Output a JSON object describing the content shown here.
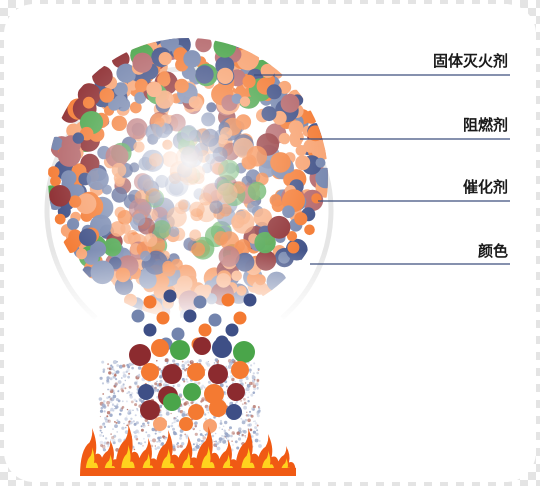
{
  "labels": [
    {
      "text": "固体灭火剂"
    },
    {
      "text": "阻燃剂"
    },
    {
      "text": "催化剂"
    },
    {
      "text": "颜色"
    }
  ],
  "colors": {
    "navy": "#3e4f86",
    "steel": "#7384ad",
    "orange": "#f47a32",
    "peach": "#f8a270",
    "green": "#4aa54a",
    "maroon": "#8c2b2f",
    "rose": "#b4666a",
    "flame_outer": "#f05a14",
    "flame_inner": "#ffd21e",
    "leader_line": "#3d4f7e"
  },
  "icons": {
    "fire": "fire-icon",
    "particles": "particle-sphere"
  }
}
